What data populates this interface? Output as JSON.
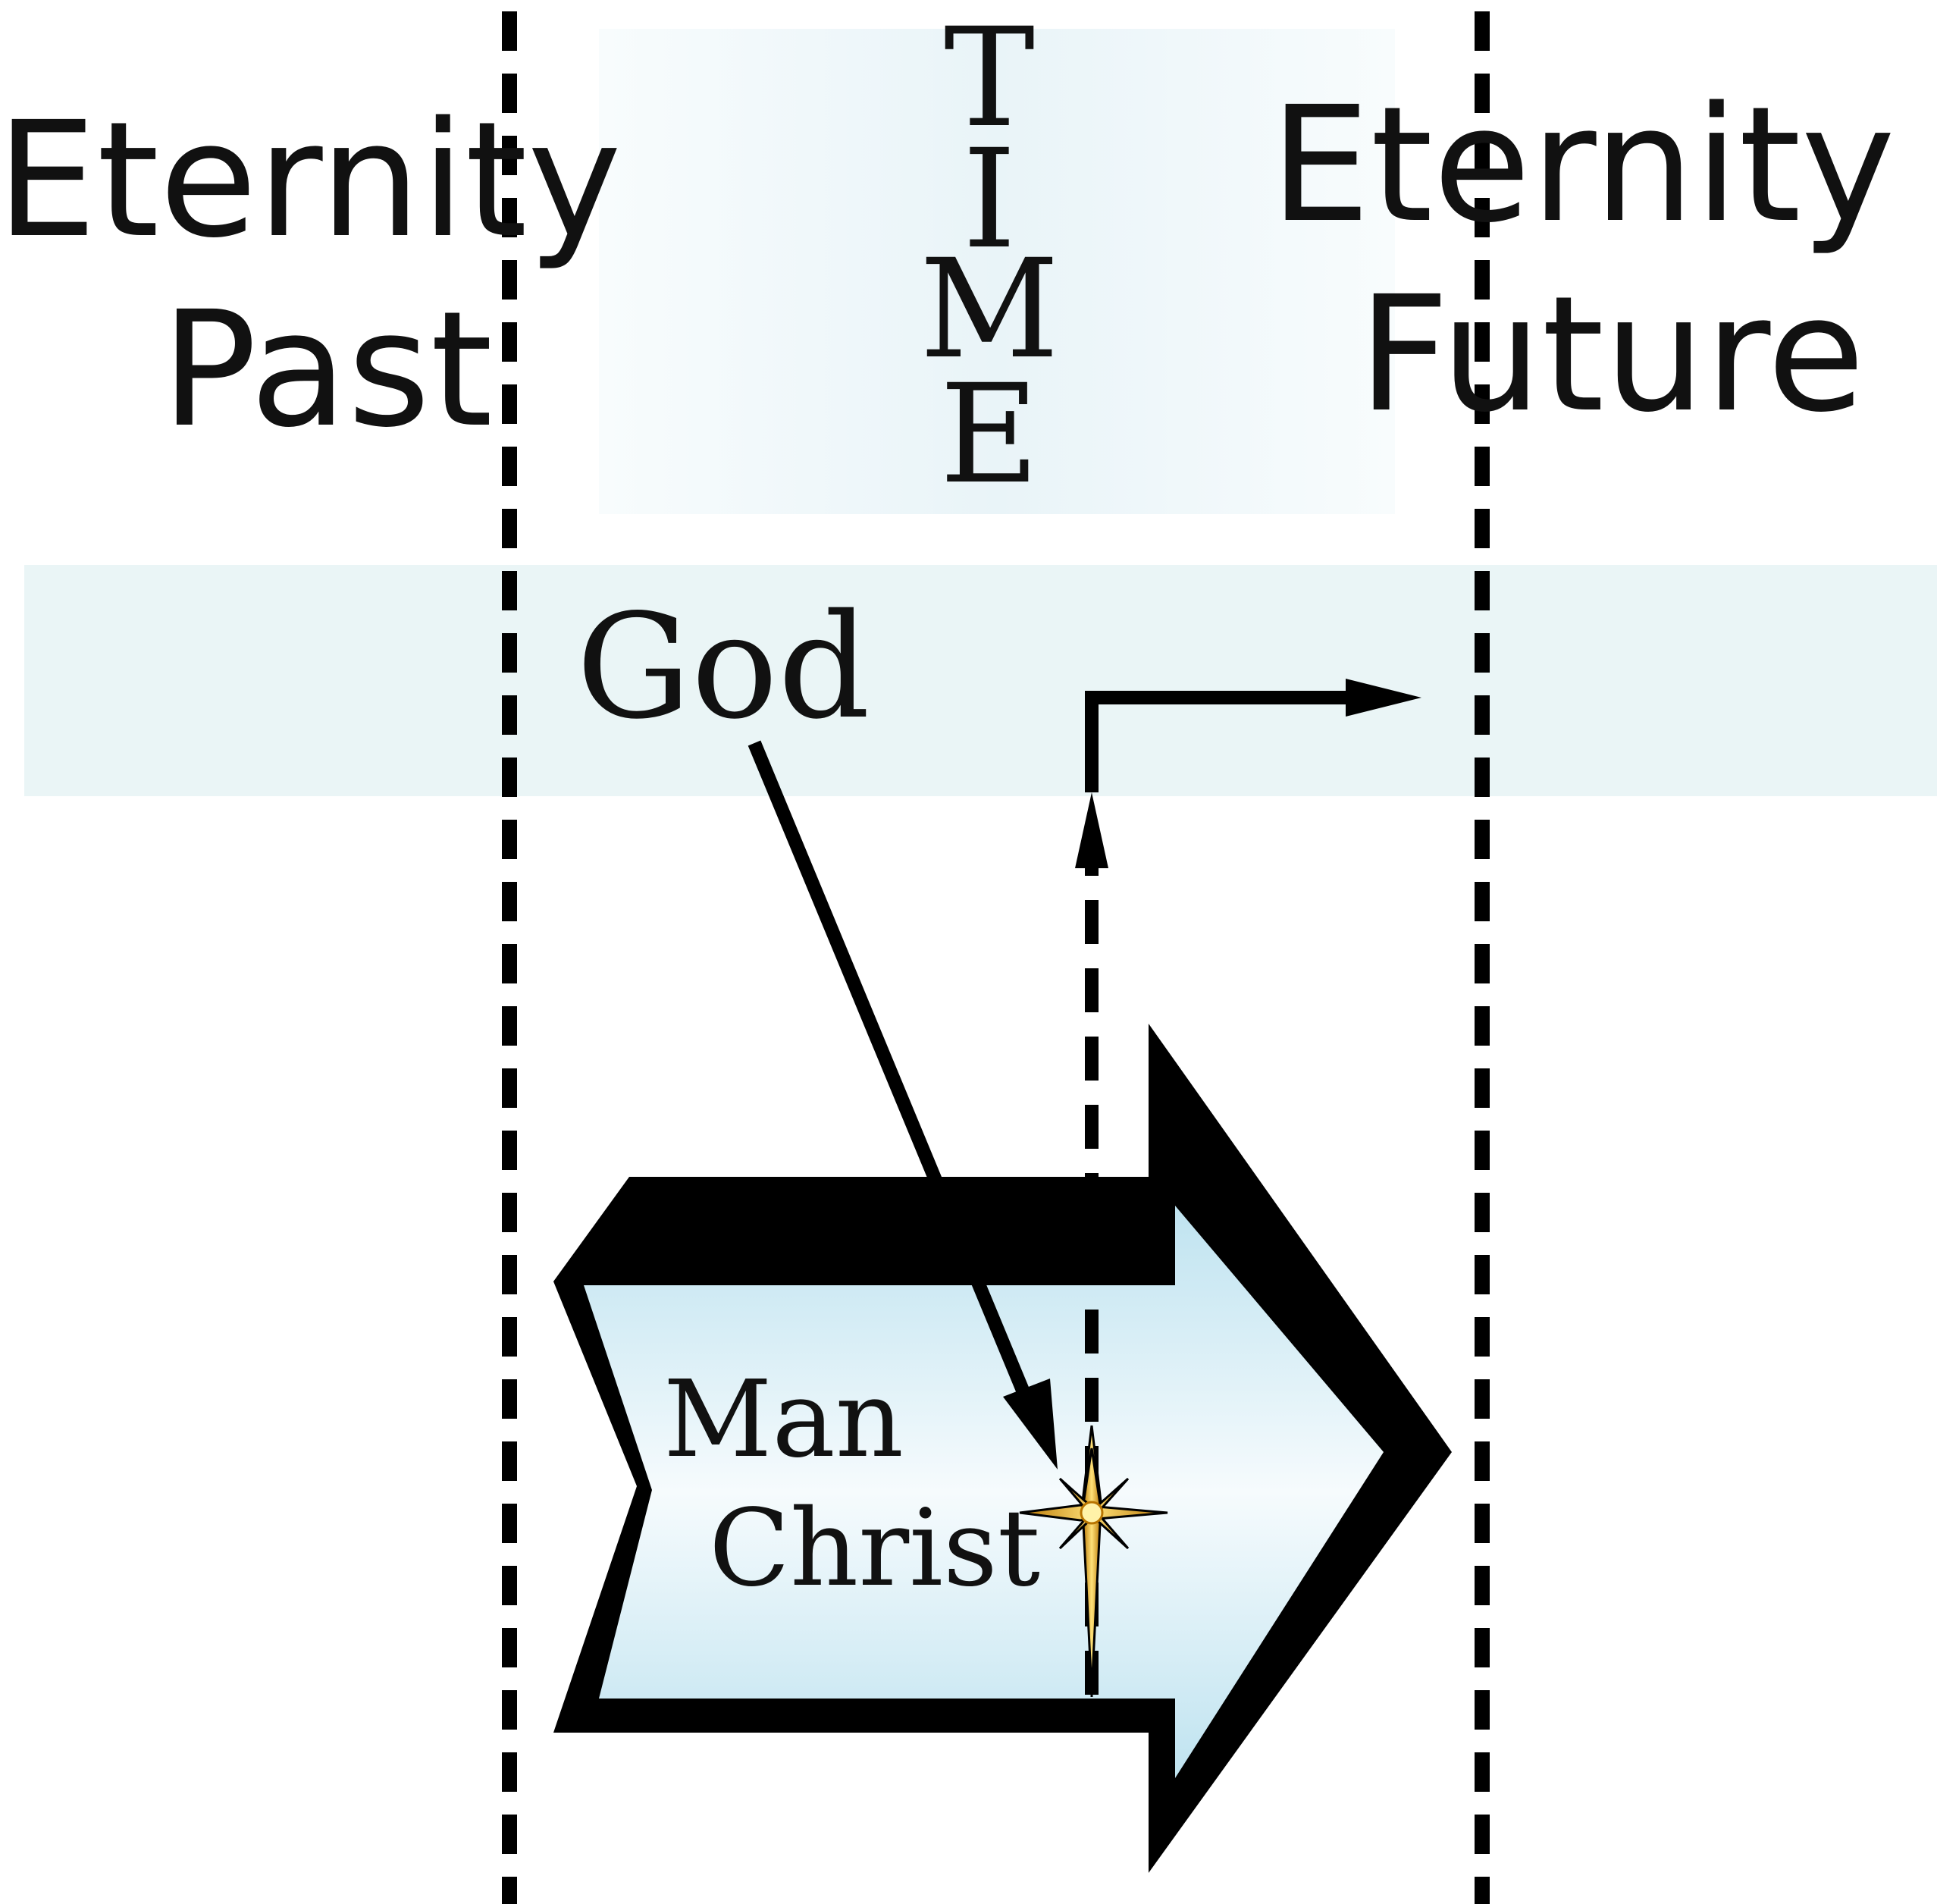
{
  "labels": {
    "eternity_past_line1": "Eternity",
    "eternity_past_line2": "Past",
    "time_letters": [
      "T",
      "I",
      "M",
      "E"
    ],
    "eternity_future_line1": "Eternity",
    "eternity_future_line2": "Future",
    "god": "God",
    "man": "Man",
    "christ": "Christ"
  },
  "colors": {
    "ink": "#000000",
    "time_band": "#eef7fa",
    "god_band": "#eaf5f6",
    "arrow_fill_top": "#bfe3f0",
    "arrow_fill_mid": "#f6fbfd",
    "arrow_fill_bottom": "#bfe3f0",
    "star_gold": "#e8a317",
    "star_core": "#fff2a8"
  },
  "icons": {
    "star": "star-of-bethlehem-icon"
  }
}
